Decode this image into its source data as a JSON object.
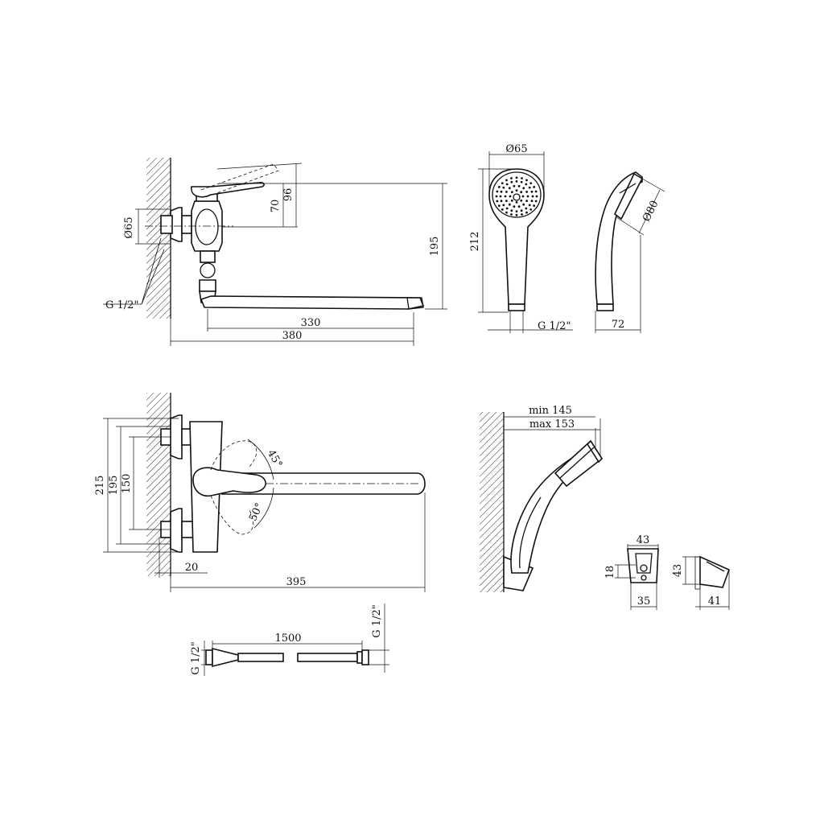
{
  "dimensions": {
    "d65_mixer": "Ø65",
    "thread_mixer": "G 1/2\"",
    "h70": "70",
    "h96": "96",
    "h195_side": "195",
    "l330": "330",
    "l380": "380",
    "d65_head": "Ø65",
    "h212": "212",
    "thread_head": "G 1/2\"",
    "d80": "Ø80",
    "w72": "72",
    "h215": "215",
    "h195_front": "195",
    "h150": "150",
    "a45": "45°",
    "a50": "50°",
    "w20": "20",
    "l395": "395",
    "min145": "min 145",
    "max153": "max 153",
    "w43_holder": "43",
    "h18": "18",
    "w35": "35",
    "h43_holder": "43",
    "w41": "41",
    "l1500": "1500",
    "thread_hose_left": "G 1/2\"",
    "thread_hose_right": "G 1/2\""
  }
}
